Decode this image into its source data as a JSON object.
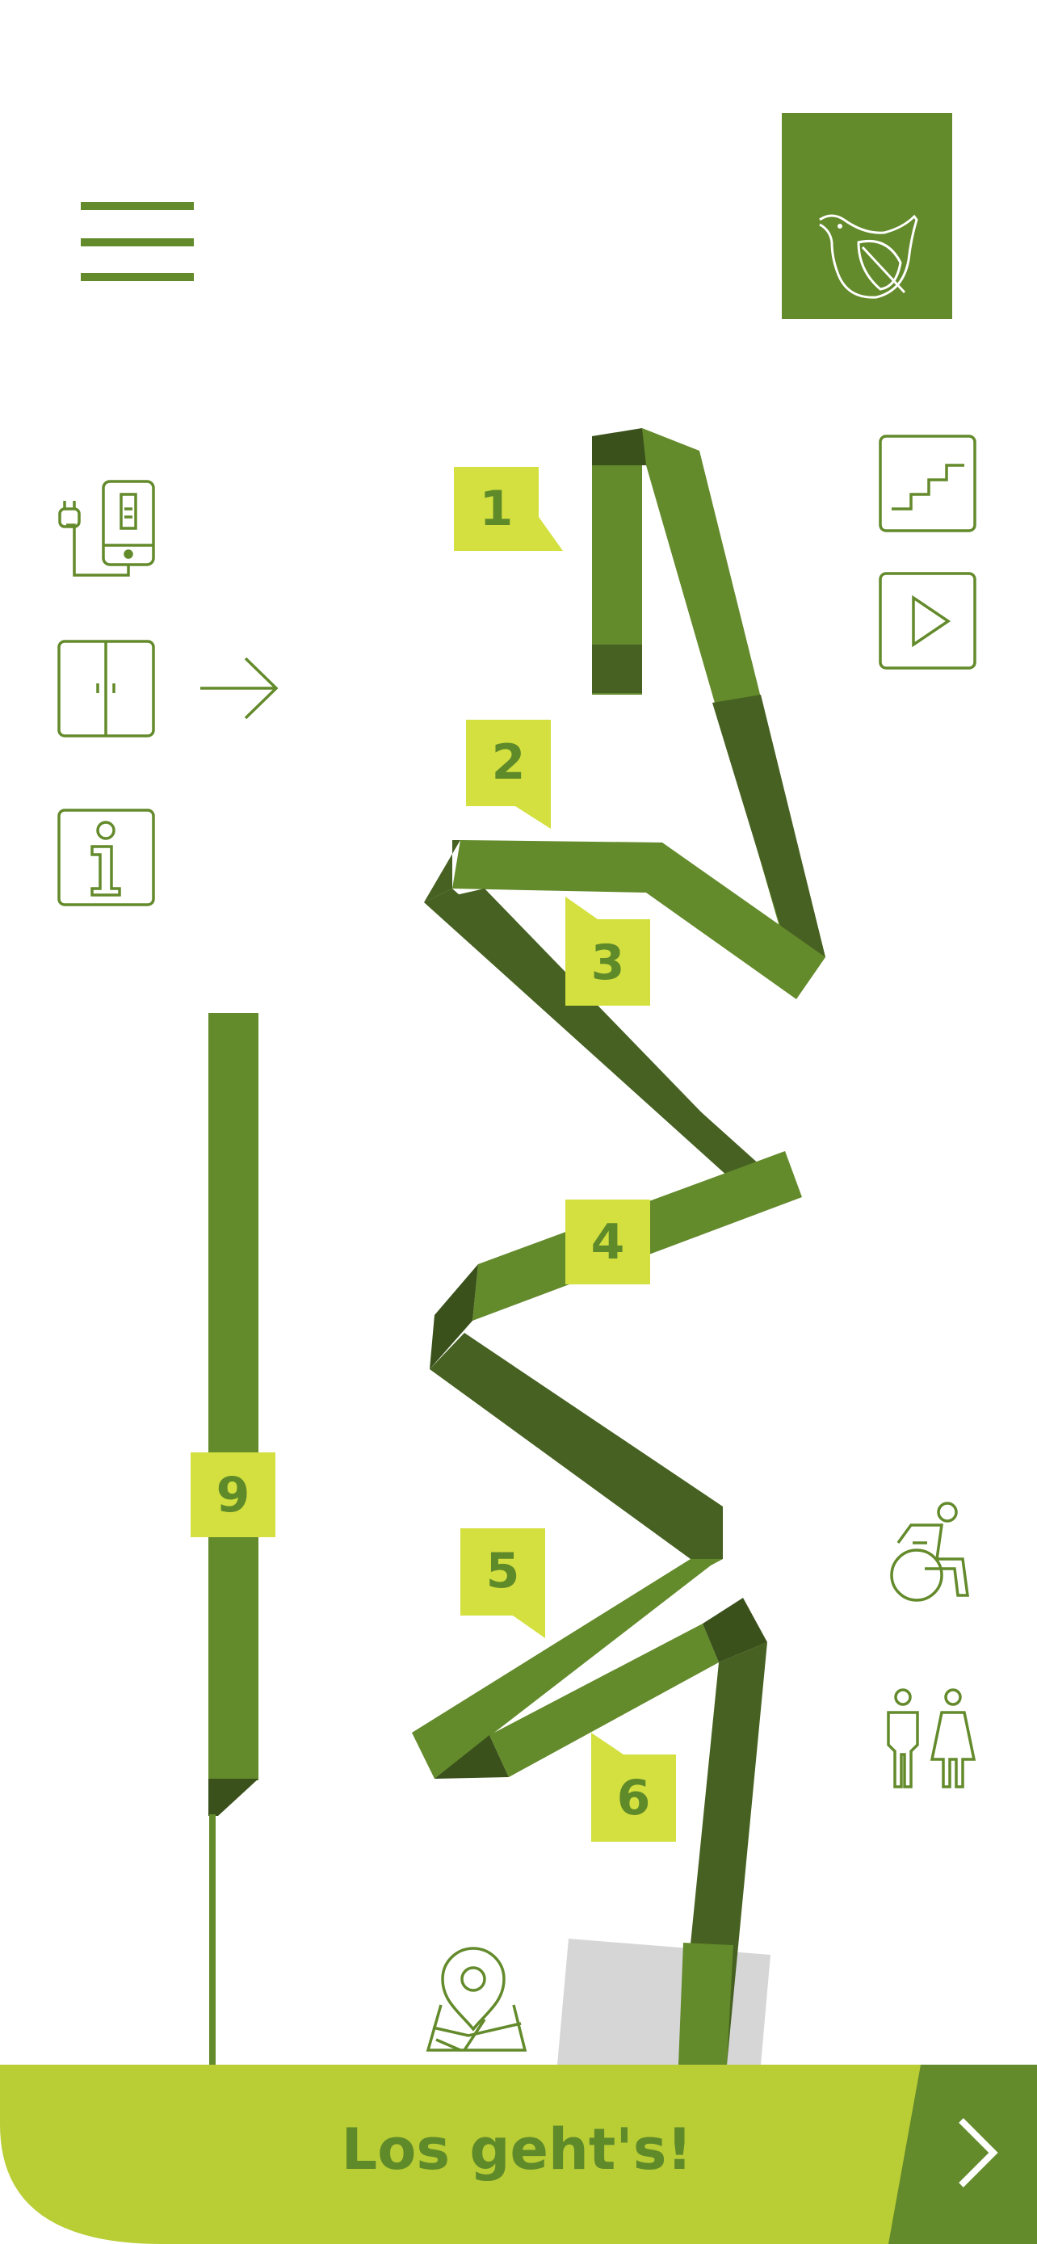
{
  "colors": {
    "green": "#638a2b",
    "dark_green": "#466121",
    "darker_green": "#3a511b",
    "lime": "#d3e03f",
    "cta_lime": "#b9cd35",
    "grey": "#d6d6d6"
  },
  "header": {
    "menu_icon": "hamburger-menu-icon",
    "logo_icon": "bird-leaf-logo"
  },
  "left_icons": [
    {
      "name": "charging-station-icon"
    },
    {
      "name": "locker-icon"
    },
    {
      "name": "information-icon"
    }
  ],
  "right_icons": [
    {
      "name": "stairs-icon"
    },
    {
      "name": "play-icon"
    },
    {
      "name": "wheelchair-icon"
    },
    {
      "name": "restroom-icon"
    }
  ],
  "path_markers": [
    {
      "label": "1"
    },
    {
      "label": "2"
    },
    {
      "label": "3"
    },
    {
      "label": "4"
    },
    {
      "label": "5"
    },
    {
      "label": "6"
    },
    {
      "label": "9"
    }
  ],
  "map_icon": "map-pin-icon",
  "cta": {
    "label": "Los geht's!",
    "arrow_icon": "chevron-right-icon"
  }
}
